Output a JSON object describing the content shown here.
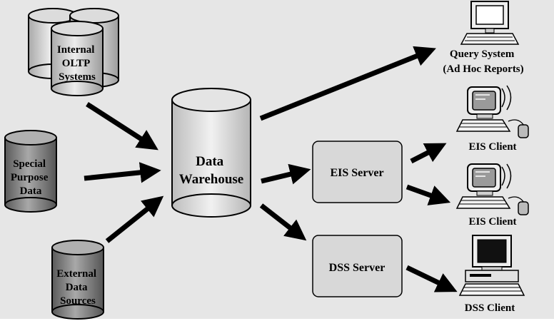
{
  "sources": {
    "internal_oltp": [
      "Internal",
      "OLTP",
      "Systems"
    ],
    "special_purpose": [
      "Special",
      "Purpose",
      "Data"
    ],
    "external": [
      "External",
      "Data",
      "Sources"
    ]
  },
  "warehouse": [
    "Data",
    "Warehouse"
  ],
  "servers": {
    "eis": "EIS Server",
    "dss": "DSS Server"
  },
  "clients": {
    "query_system": [
      "Query System",
      "(Ad Hoc Reports)"
    ],
    "eis_client_1": "EIS Client",
    "eis_client_2": "EIS Client",
    "dss_client": "DSS Client"
  },
  "colors": {
    "background": "#e6e6e6",
    "cylinder_light": "#d6d6d6",
    "cylinder_dark": "#8a8a8a",
    "server_box": "#d8d8d8",
    "arrow": "#000000"
  }
}
